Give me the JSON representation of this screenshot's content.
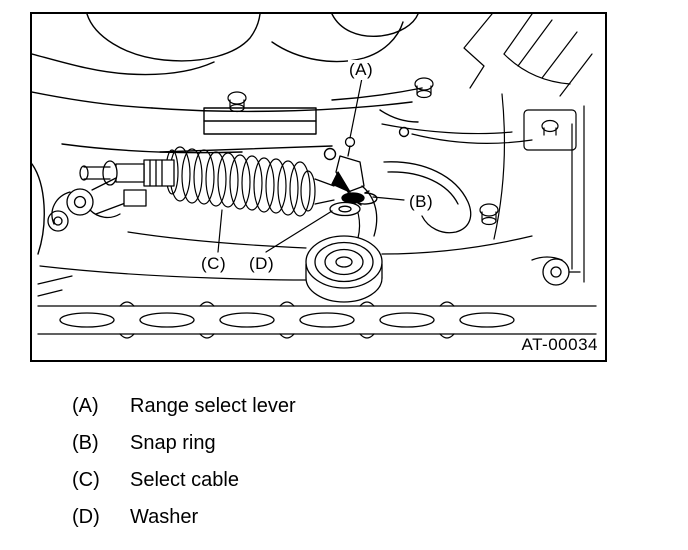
{
  "figure": {
    "code": "AT-00034",
    "callouts": {
      "a": "(A)",
      "b": "(B)",
      "c": "(C)",
      "d": "(D)"
    }
  },
  "legend": {
    "items": [
      {
        "key": "(A)",
        "label": "Range select lever"
      },
      {
        "key": "(B)",
        "label": "Snap ring"
      },
      {
        "key": "(C)",
        "label": "Select cable"
      },
      {
        "key": "(D)",
        "label": "Washer"
      }
    ]
  },
  "colors": {
    "line": "#000000",
    "background": "#ffffff"
  }
}
